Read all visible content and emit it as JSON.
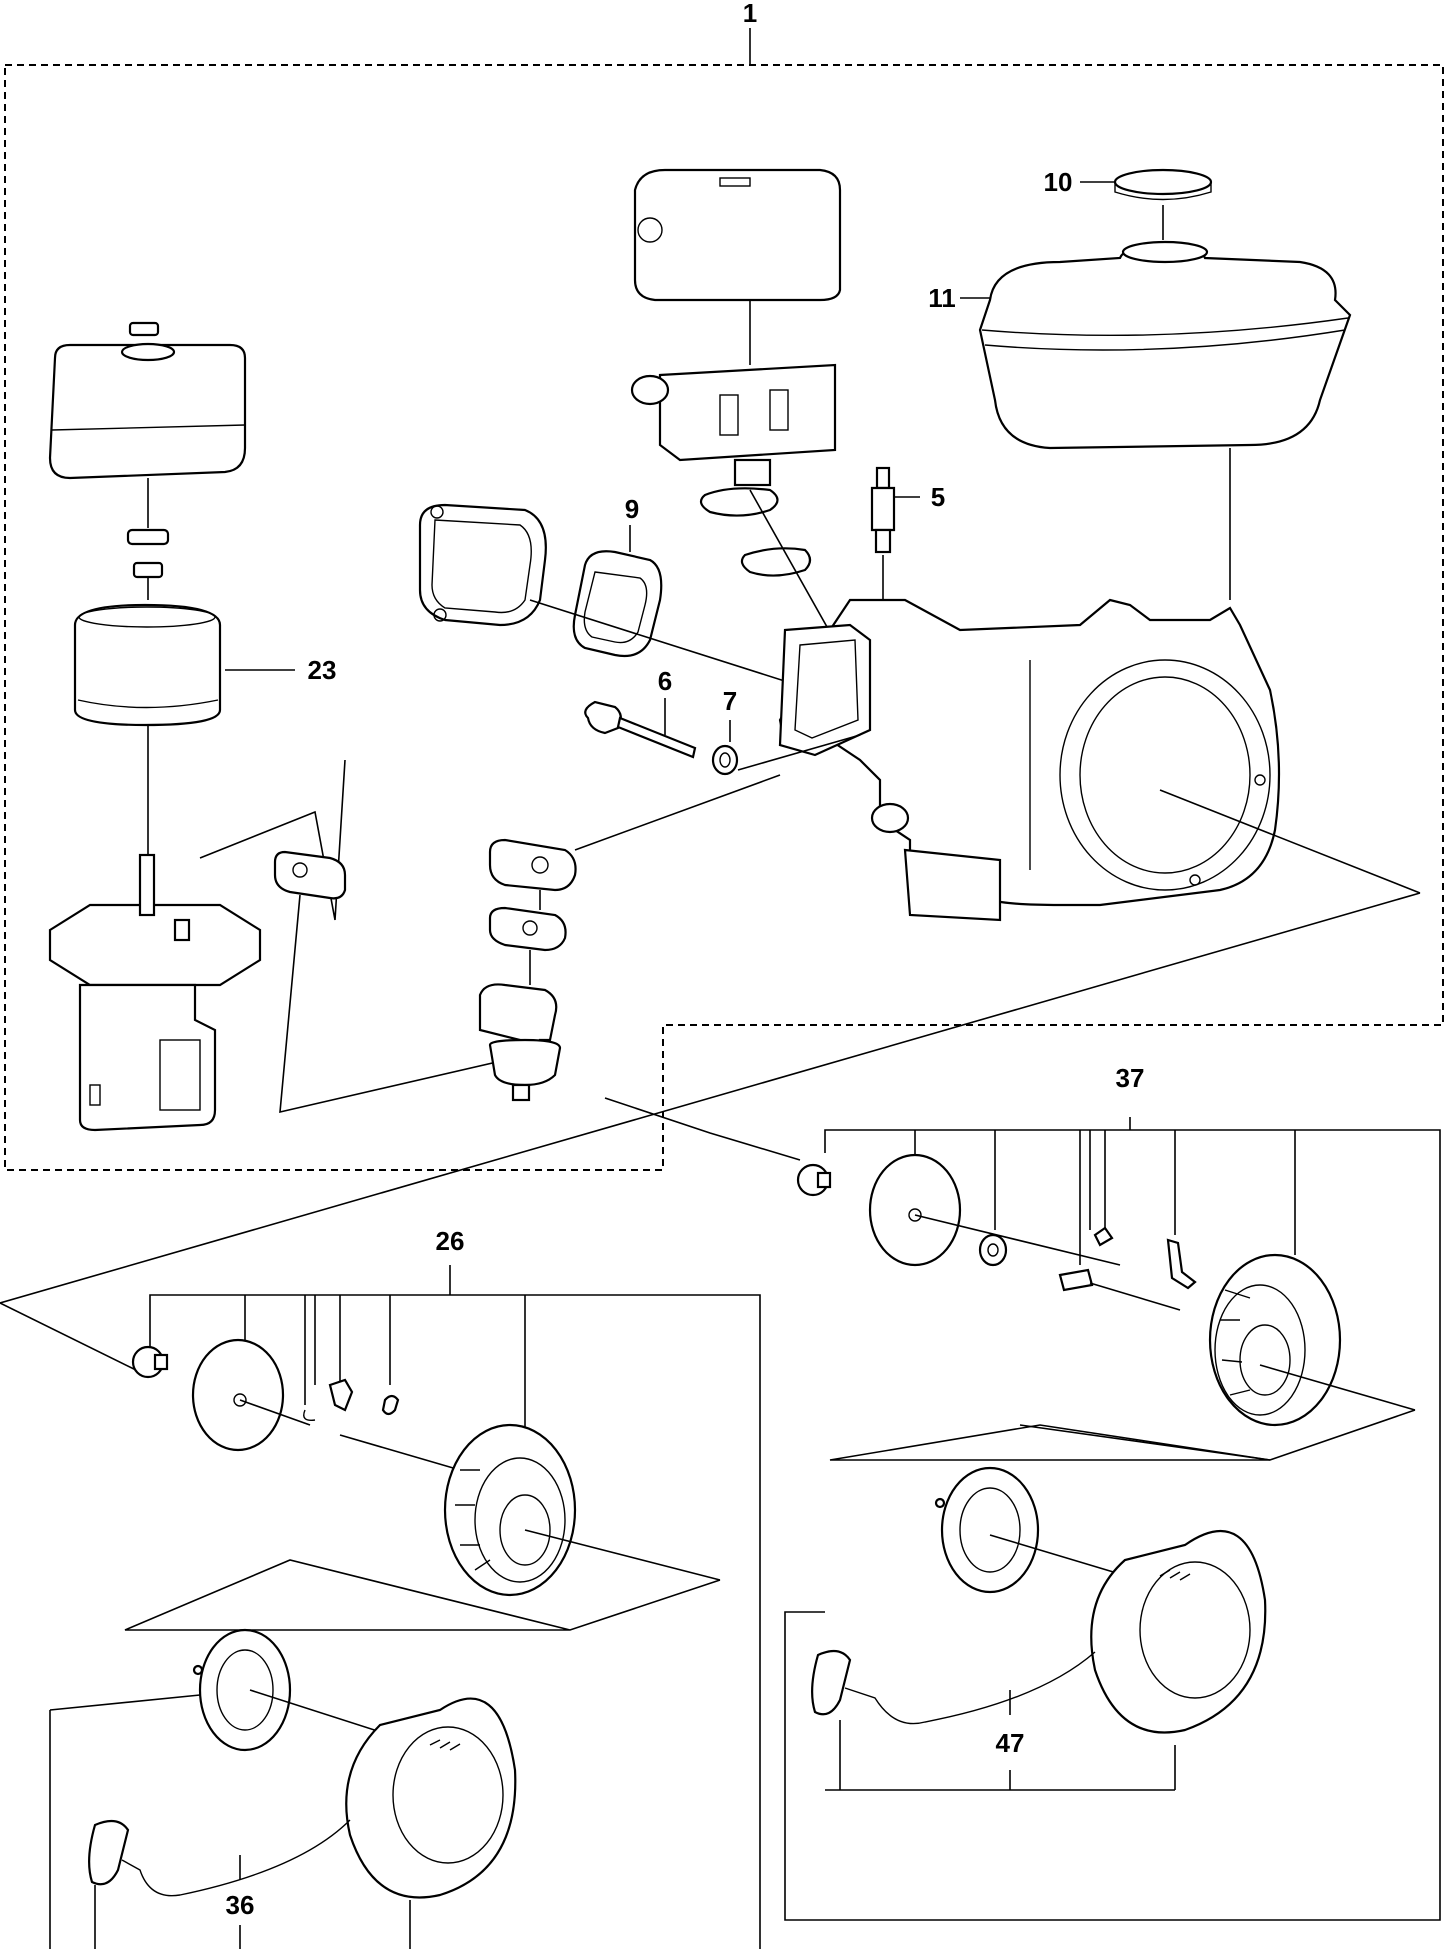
{
  "callouts": {
    "assembly": "1",
    "spark_plug": "5",
    "dipstick": "6",
    "washer": "7",
    "gasket": "9",
    "fuel_cap": "10",
    "fuel_tank": "11",
    "air_filter": "23",
    "starter_left": "26",
    "handle_left": "36",
    "starter_right": "37",
    "handle_right": "47"
  }
}
